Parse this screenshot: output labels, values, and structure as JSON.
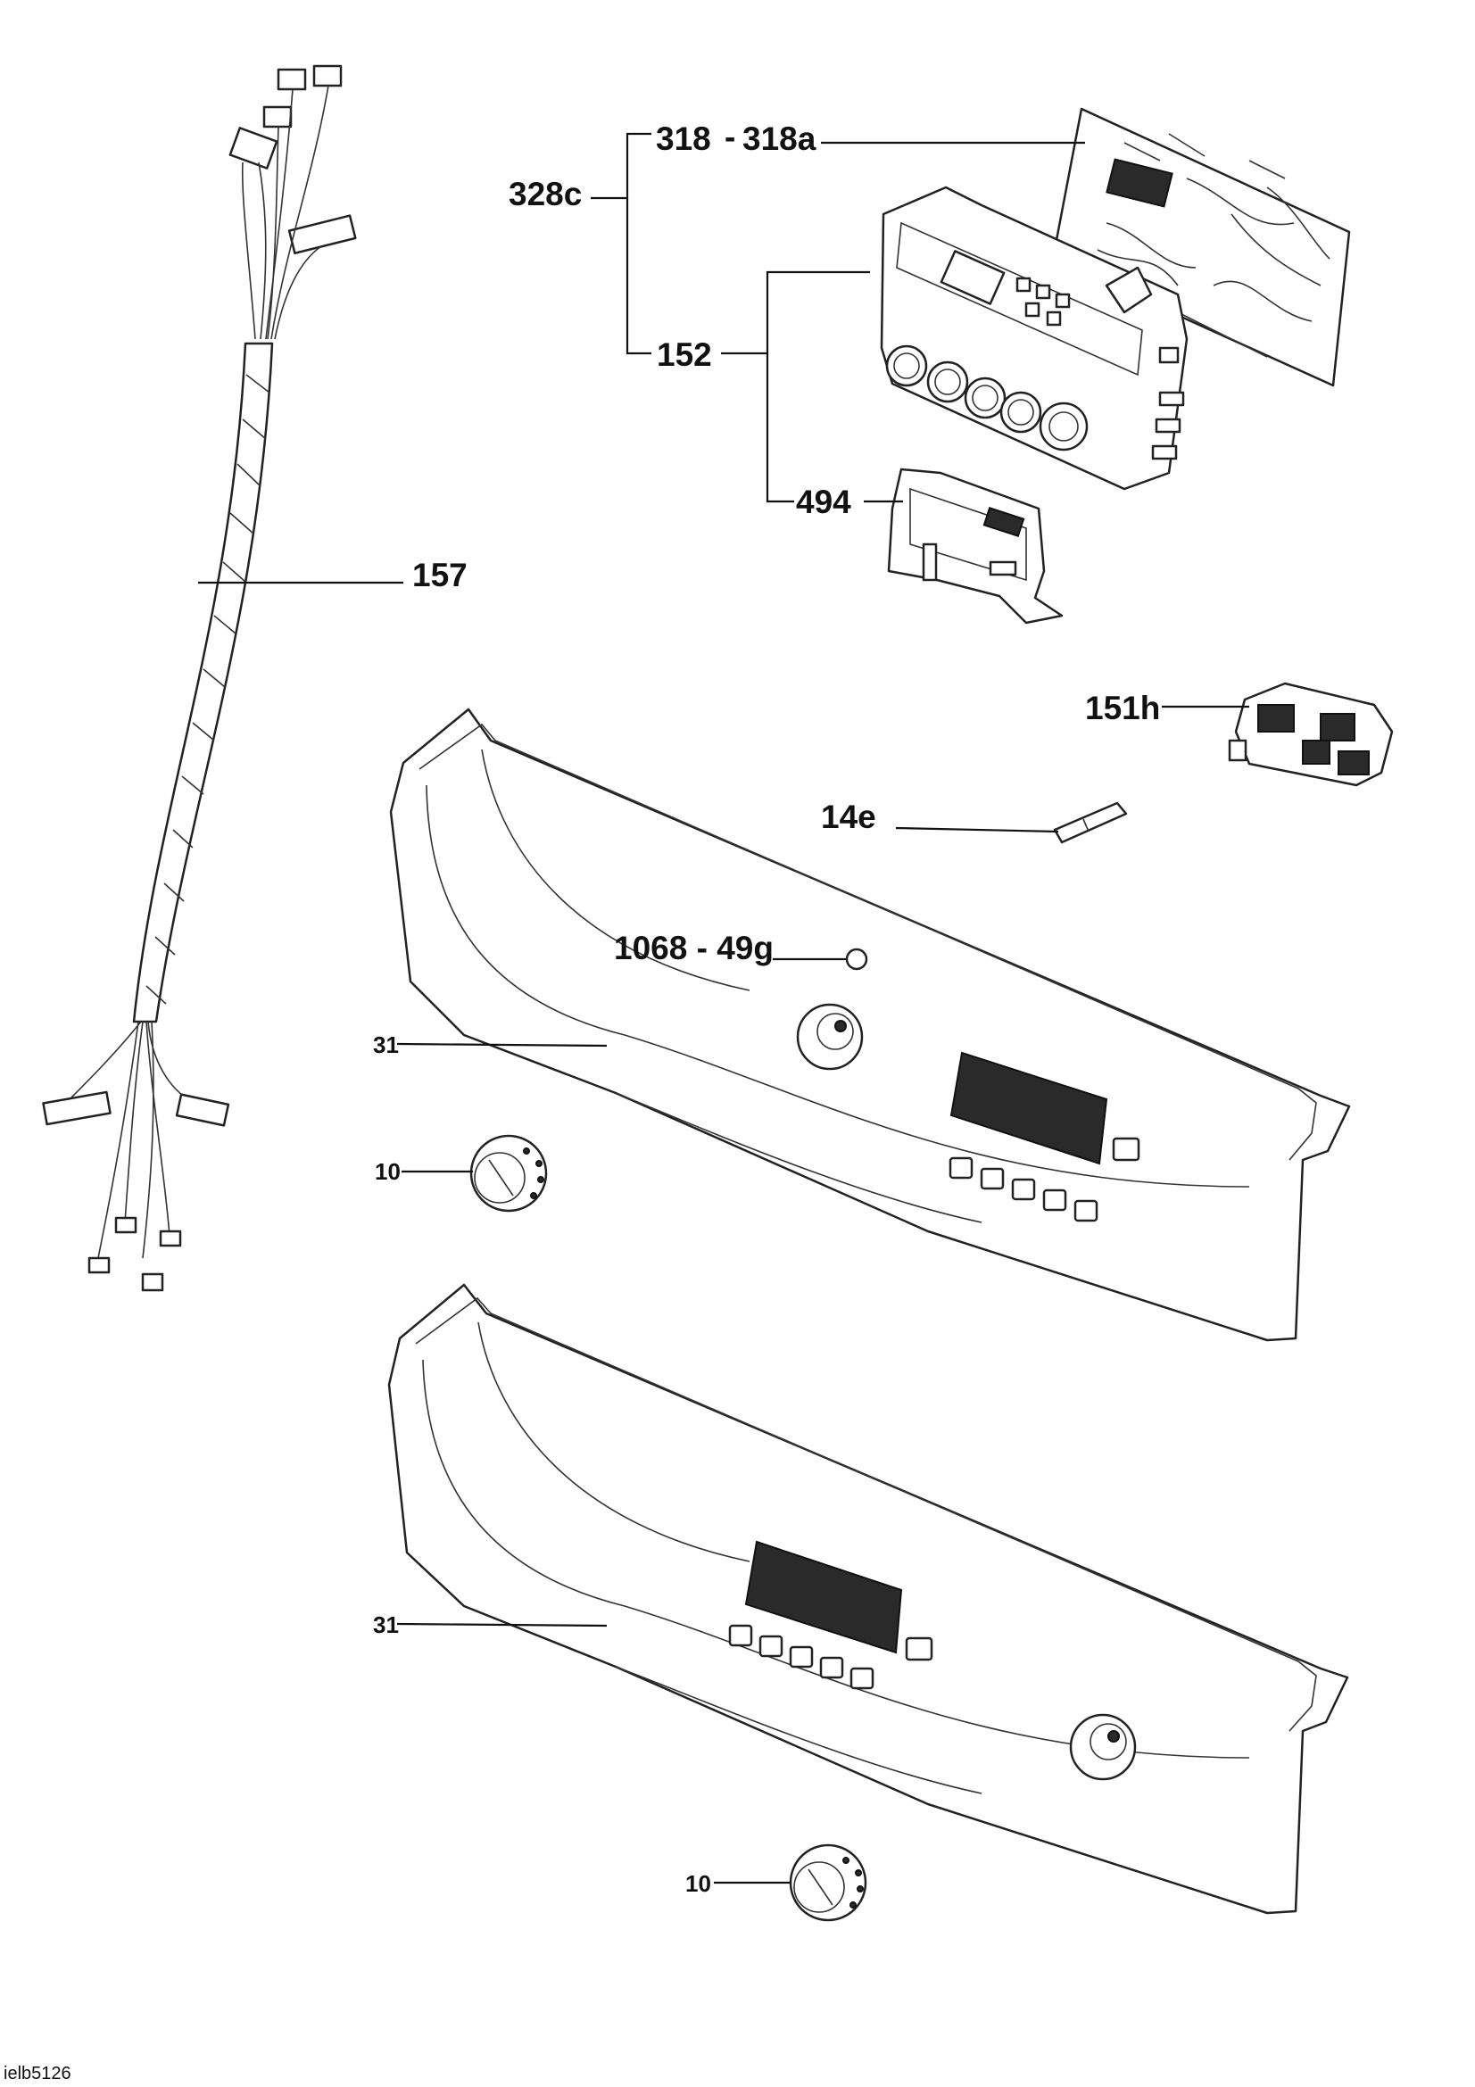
{
  "labels": {
    "harness": "157",
    "assembly_group": "328c",
    "pcb": "318",
    "pcb_sep": "-",
    "pcb_alt": "318a",
    "console_module": "152",
    "bracket": "494",
    "switch": "151h",
    "pin": "14e",
    "light_pipe": "1068 - 49g",
    "panel_a": "31",
    "knob_a": "10",
    "panel_b": "31",
    "knob_b": "10"
  },
  "footer": {
    "code": "ielb5126"
  }
}
